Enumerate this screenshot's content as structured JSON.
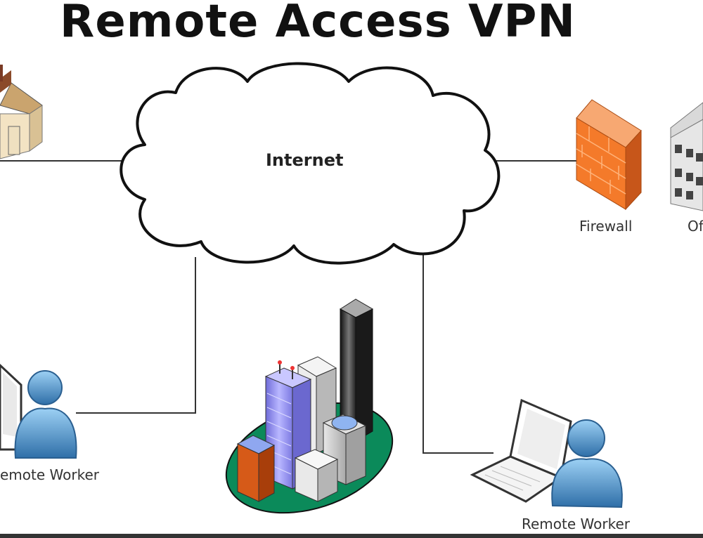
{
  "title": "Remote Access VPN",
  "cloud_label": "Internet",
  "labels": {
    "firewall": "Firewall",
    "office_partial": "Of",
    "remote_worker_left": "emote Worker",
    "remote_worker_right": "Remote Worker"
  },
  "colors": {
    "firewall": "#f47a2a",
    "remote_user": "#4a90c8",
    "campus_ground": "#0b8a5a",
    "tower_blue": "#8f8cf0",
    "tower_red": "#d65a18",
    "line": "#333333"
  }
}
